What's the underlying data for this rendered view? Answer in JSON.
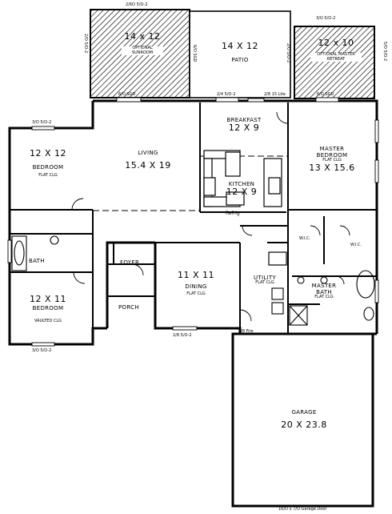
{
  "rooms": {
    "sunroom": {
      "dims": "14 x 12",
      "name": "OPTIONAL SUNROOM"
    },
    "patio": {
      "dims": "14 X 12",
      "name": "PATIO"
    },
    "retreat": {
      "dims": "12 x 10",
      "name": "OPTIONAL MASTER RETREAT"
    },
    "breakfast": {
      "name": "BREAKFAST",
      "dims": "12 X 9"
    },
    "living": {
      "name": "LIVING",
      "dims": "15.4 X 19"
    },
    "kitchen": {
      "name": "KITCHEN",
      "dims": "12 X 9"
    },
    "master_bedroom": {
      "name": "MASTER BEDROOM",
      "ceiling": "FLAT CLG",
      "dims": "13 X 15.6"
    },
    "bedroom_top": {
      "dims": "12 X 12",
      "name": "BEDROOM",
      "ceiling": "FLAT CLG"
    },
    "bath": {
      "name": "BATH"
    },
    "bedroom_bottom": {
      "dims": "12 X 11",
      "name": "BEDROOM",
      "ceiling": "VAULTED CLG"
    },
    "foyer": {
      "name": "FOYER"
    },
    "porch": {
      "name": "PORCH"
    },
    "dining": {
      "dims": "11 X 11",
      "name": "DINING",
      "ceiling": "FLAT CLG"
    },
    "utility": {
      "name": "UTILITY",
      "ceiling": "FLAT CLG"
    },
    "wic_left": {
      "name": "W.I.C."
    },
    "wic_right": {
      "name": "W.I.C."
    },
    "master_bath": {
      "name": "MASTER BATH",
      "ceiling": "FLAT CLG"
    },
    "garage": {
      "name": "GARAGE",
      "dims": "20 X 23.8"
    }
  },
  "fixtures": {
    "refrig": "Refrig"
  },
  "window_notes": {
    "top_sunroom": "2/6O 5/O-2",
    "top_retreat": "3/O 5/O-2",
    "right_retreat": "5/O 5/O-2",
    "left_sunroom": "2/O 5/O-2",
    "right_patio": "2/O 5/O-2",
    "patio_door": "6/O SGD",
    "sunroom_door": "6/O SGD",
    "retreat_door": "6/O SGD",
    "breakfast_win": "2/4 5/O-2",
    "breakfast_door": "2/8 15 Lite",
    "bedroom_top_top": "3/O 5/O-2",
    "bedroom_bottom_bot": "3/O 5/O-2",
    "dining_bot": "2/8 5/O-2",
    "garage_bot": "16/O x 7/O Garage Door",
    "utility_door": "2/8 Fire"
  }
}
